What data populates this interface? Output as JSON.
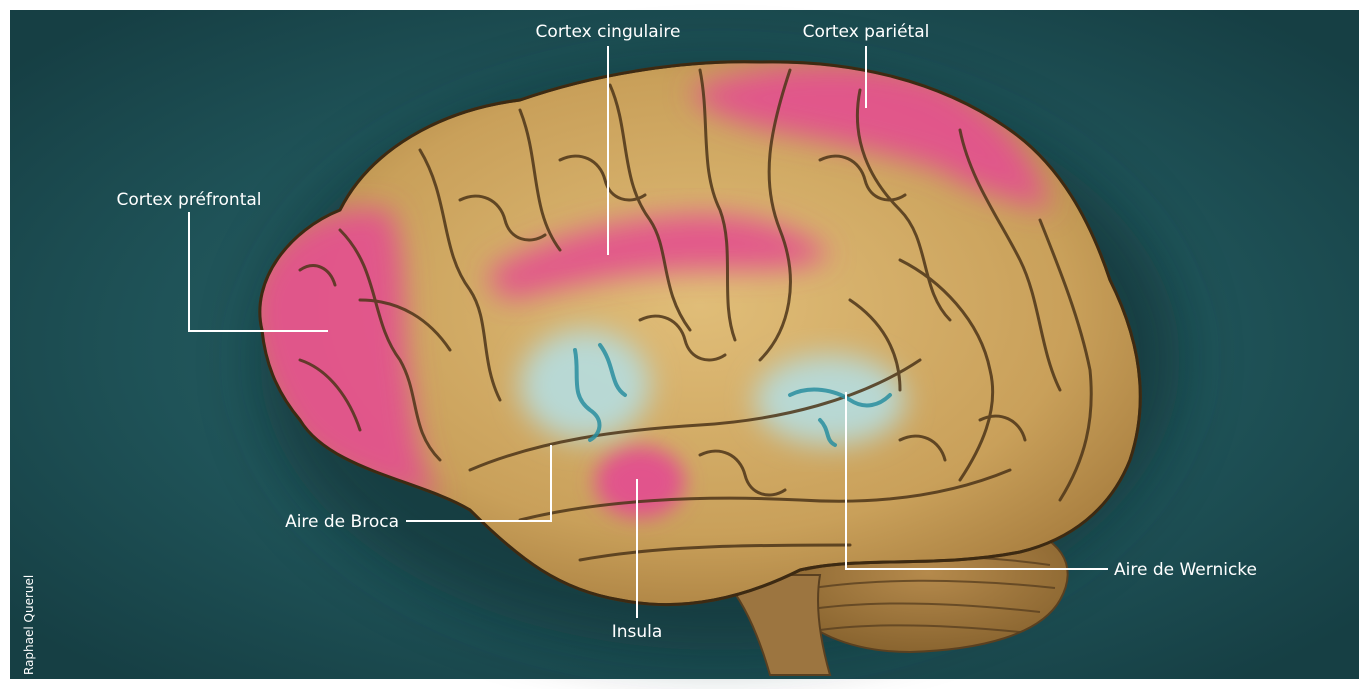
{
  "labels": {
    "cingulate": "Cortex cingulaire",
    "parietal": "Cortex pariétal",
    "prefrontal": "Cortex préfrontal",
    "broca": "Aire de Broca",
    "wernicke": "Aire de Wernicke",
    "insula": "Insula"
  },
  "credit": "Raphael Queruel",
  "colors": {
    "background": "#1d4f54",
    "brain": "#c9a05a",
    "highlight_pink": "#e3508e",
    "highlight_blue": "#b5dde0",
    "leader_lines": "#ffffff"
  }
}
